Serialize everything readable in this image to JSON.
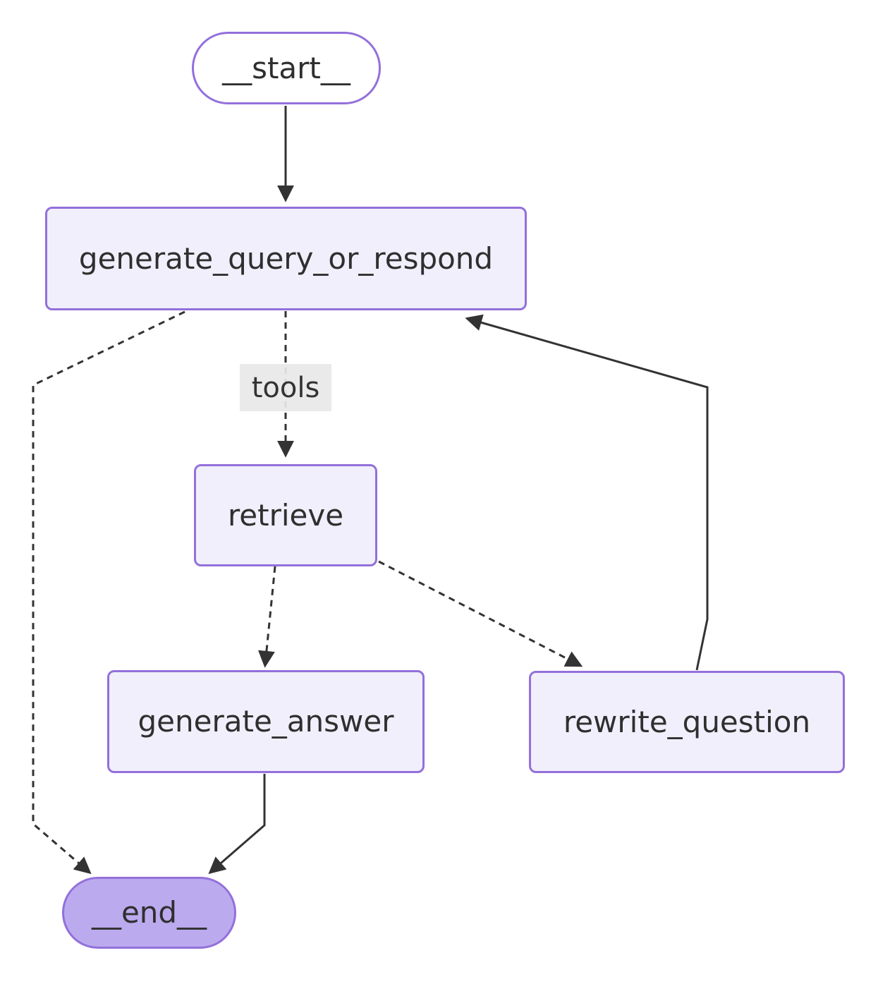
{
  "diagram": {
    "type": "flowchart",
    "direction": "top-down",
    "nodes": [
      {
        "id": "__start__",
        "label": "__start__",
        "shape": "stadium"
      },
      {
        "id": "generate_query_or_respond",
        "label": "generate_query_or_respond",
        "shape": "rect"
      },
      {
        "id": "retrieve",
        "label": "retrieve",
        "shape": "rect"
      },
      {
        "id": "generate_answer",
        "label": "generate_answer",
        "shape": "rect"
      },
      {
        "id": "rewrite_question",
        "label": "rewrite_question",
        "shape": "rect"
      },
      {
        "id": "__end__",
        "label": "__end__",
        "shape": "stadium"
      }
    ],
    "edges": [
      {
        "from": "__start__",
        "to": "generate_query_or_respond",
        "style": "solid",
        "label": ""
      },
      {
        "from": "generate_query_or_respond",
        "to": "retrieve",
        "style": "dotted",
        "label": "tools"
      },
      {
        "from": "generate_query_or_respond",
        "to": "__end__",
        "style": "dotted",
        "label": ""
      },
      {
        "from": "retrieve",
        "to": "generate_answer",
        "style": "dotted",
        "label": ""
      },
      {
        "from": "retrieve",
        "to": "rewrite_question",
        "style": "dotted",
        "label": ""
      },
      {
        "from": "generate_answer",
        "to": "__end__",
        "style": "solid",
        "label": ""
      },
      {
        "from": "rewrite_question",
        "to": "generate_query_or_respond",
        "style": "solid",
        "label": ""
      }
    ],
    "colors": {
      "node_fill": "#f1effb",
      "node_border": "#9370db",
      "start_fill": "#ffffff",
      "end_fill": "#bcaaee",
      "edge_stroke": "#333333",
      "label_background": "#e8e8e8",
      "text": "#2f2f2f"
    }
  }
}
